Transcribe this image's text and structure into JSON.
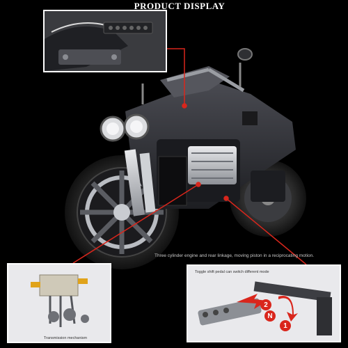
{
  "title": "PRODUCT DISPLAY",
  "captions": {
    "engine": "Three cylinder engine and rear linkage, moving piston in a reciprocating motion.",
    "transmission": "Transmission mechanism",
    "shift_pedal": "Toggle shift pedal can switch different mode"
  },
  "gear_labels": {
    "two": "2",
    "neutral": "N",
    "one": "1"
  },
  "colors": {
    "background": "#000000",
    "accent_red": "#d9261c",
    "bike_body": "#2a2b30",
    "chrome": "#c9ccd1"
  }
}
